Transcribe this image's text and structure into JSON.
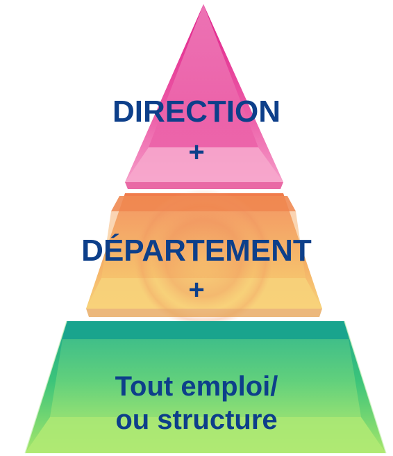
{
  "pyramid": {
    "tiers": [
      {
        "label": "DIRECTION",
        "connector": "+",
        "color": "#e8479a"
      },
      {
        "label": "DÉPARTEMENT",
        "connector": "+",
        "color": "#f0a052"
      },
      {
        "label": "Tout emploi/\nou structure",
        "color": "#2fba7a"
      }
    ],
    "text_color": "#0d3f8a"
  }
}
